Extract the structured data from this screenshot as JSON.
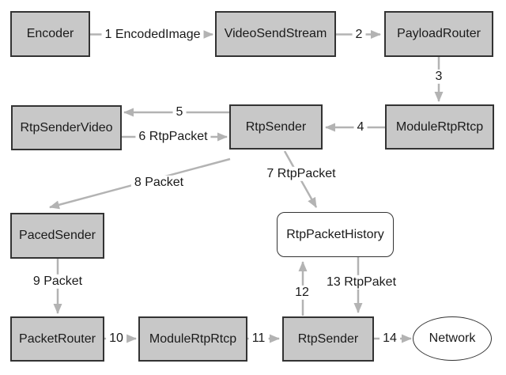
{
  "diagram": {
    "colors": {
      "node_fill": "#c8c8c8",
      "node_border": "#333333",
      "plain_fill": "#ffffff",
      "arrow": "#b3b3b3",
      "text": "#1a1a1a",
      "background": "#ffffff"
    },
    "nodes": [
      {
        "id": "encoder",
        "label": "Encoder",
        "shape": "rect"
      },
      {
        "id": "video-send-stream",
        "label": "VideoSendStream",
        "shape": "rect"
      },
      {
        "id": "payload-router",
        "label": "PayloadRouter",
        "shape": "rect"
      },
      {
        "id": "rtp-sender-video",
        "label": "RtpSenderVideo",
        "shape": "rect"
      },
      {
        "id": "rtp-sender-mid",
        "label": "RtpSender",
        "shape": "rect"
      },
      {
        "id": "module-rtp-rtcp-mid",
        "label": "ModuleRtpRtcp",
        "shape": "rect"
      },
      {
        "id": "paced-sender",
        "label": "PacedSender",
        "shape": "rect"
      },
      {
        "id": "rtp-packet-history",
        "label": "RtpPacketHistory",
        "shape": "rounded"
      },
      {
        "id": "packet-router",
        "label": "PacketRouter",
        "shape": "rect"
      },
      {
        "id": "module-rtp-rtcp-bottom",
        "label": "ModuleRtpRtcp",
        "shape": "rect"
      },
      {
        "id": "rtp-sender-bottom",
        "label": "RtpSender",
        "shape": "rect"
      },
      {
        "id": "network",
        "label": "Network",
        "shape": "ellipse"
      }
    ],
    "edges": [
      {
        "step": "1",
        "label": "1 EncodedImage",
        "from": "Encoder",
        "to": "VideoSendStream"
      },
      {
        "step": "2",
        "label": "2",
        "from": "VideoSendStream",
        "to": "PayloadRouter"
      },
      {
        "step": "3",
        "label": "3",
        "from": "PayloadRouter",
        "to": "ModuleRtpRtcp"
      },
      {
        "step": "4",
        "label": "4",
        "from": "ModuleRtpRtcp",
        "to": "RtpSender"
      },
      {
        "step": "5",
        "label": "5",
        "from": "RtpSender",
        "to": "RtpSenderVideo"
      },
      {
        "step": "6",
        "label": "6 RtpPacket",
        "from": "RtpSenderVideo",
        "to": "RtpSender"
      },
      {
        "step": "7",
        "label": "7 RtpPacket",
        "from": "RtpSender",
        "to": "RtpPacketHistory"
      },
      {
        "step": "8",
        "label": "8 Packet",
        "from": "RtpSender",
        "to": "PacedSender"
      },
      {
        "step": "9",
        "label": "9 Packet",
        "from": "PacedSender",
        "to": "PacketRouter"
      },
      {
        "step": "10",
        "label": "10",
        "from": "PacketRouter",
        "to": "ModuleRtpRtcp"
      },
      {
        "step": "11",
        "label": "11",
        "from": "ModuleRtpRtcp",
        "to": "RtpSender"
      },
      {
        "step": "12",
        "label": "12",
        "from": "RtpSender",
        "to": "RtpPacketHistory"
      },
      {
        "step": "13",
        "label": "13 RtpPaket",
        "from": "RtpPacketHistory",
        "to": "RtpSender"
      },
      {
        "step": "14",
        "label": "14",
        "from": "RtpSender",
        "to": "Network"
      }
    ]
  }
}
